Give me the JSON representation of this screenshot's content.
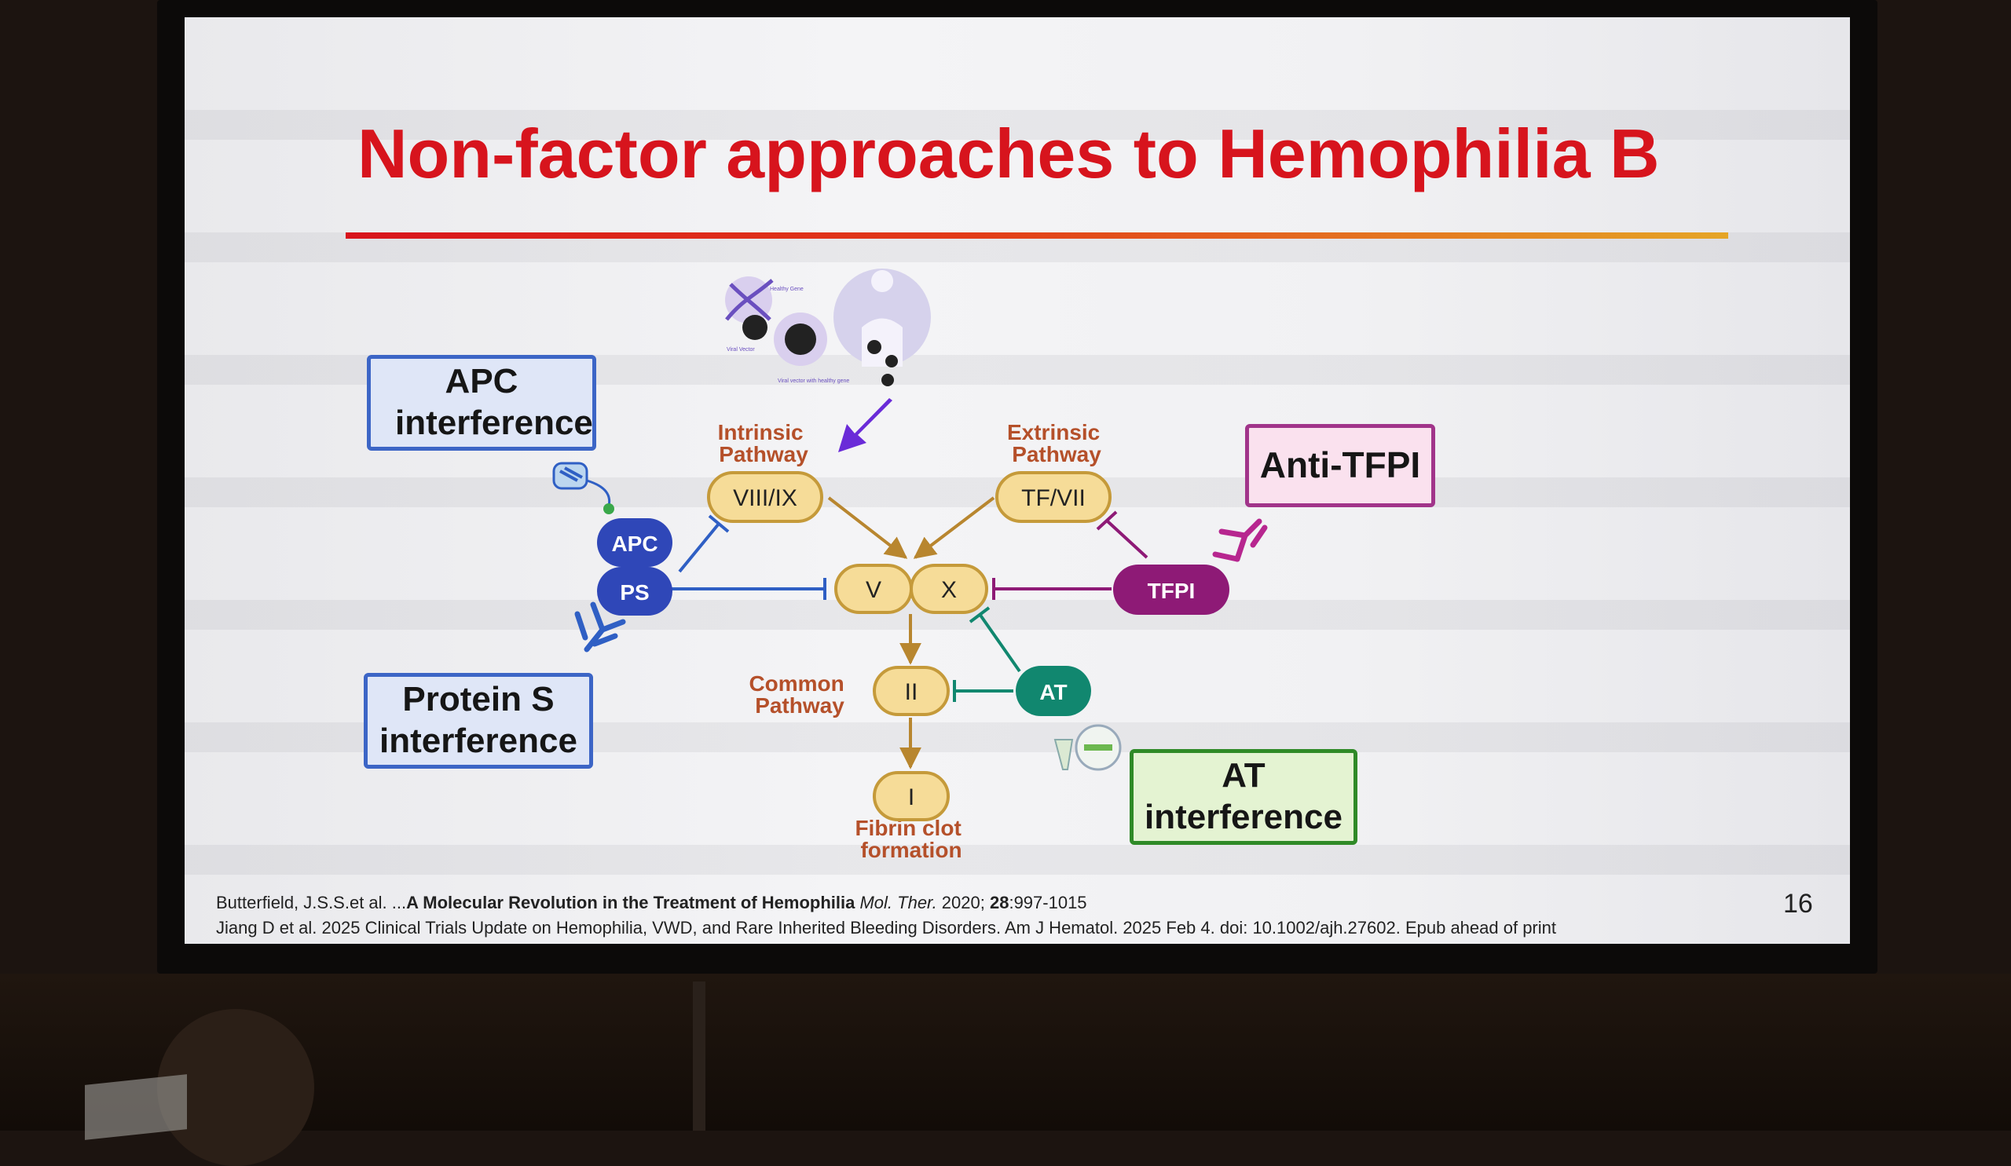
{
  "slide": {
    "title": "Non-factor approaches to Hemophilia B",
    "page_number": "16",
    "boxes": {
      "apc": "APC interference",
      "protein_s": "Protein S interference",
      "anti_tfpi": "Anti-TFPI",
      "at": "AT interference"
    },
    "pathways": {
      "intrinsic": [
        "Intrinsic",
        "Pathway"
      ],
      "extrinsic": [
        "Extrinsic",
        "Pathway"
      ],
      "common": [
        "Common",
        "Pathway"
      ],
      "fibrin": [
        "Fibrin clot",
        "formation"
      ]
    },
    "factors": {
      "viii_ix": "VIII/IX",
      "tf_vii": "TF/VII",
      "v": "V",
      "x": "X",
      "ii": "II",
      "i": "I"
    },
    "proteins": {
      "apc": "APC",
      "ps": "PS",
      "tfpi": "TFPI",
      "at": "AT"
    },
    "gene_therapy_labels": {
      "healthy_gene": "Healthy Gene",
      "viral_vector": "Viral Vector",
      "viral_vector_healthy": "Viral vector with healthy gene"
    },
    "references": [
      {
        "prefix": "Butterfield, J.S.S.et al. ...",
        "title": "A Molecular Revolution in the Treatment of Hemophilia",
        "journal": " Mol. Ther.",
        "year": " 2020; ",
        "volume": "28",
        "pages": ":997-1015"
      },
      {
        "text": "Jiang D et al. 2025 Clinical Trials Update on Hemophilia, VWD, and Rare Inherited Bleeding Disorders. Am J Hematol. 2025 Feb 4. doi: 10.1002/ajh.27602. Epub ahead of print"
      }
    ],
    "colors": {
      "title": "#d7141d",
      "factor_fill": "#f6dc98",
      "factor_stroke": "#c59a3a",
      "pathway_text": "#b5502a",
      "apc_ps": "#2f47b8",
      "tfpi": "#8e1a76",
      "at": "#11876f",
      "gene_arrow": "#6a2bd8"
    }
  }
}
